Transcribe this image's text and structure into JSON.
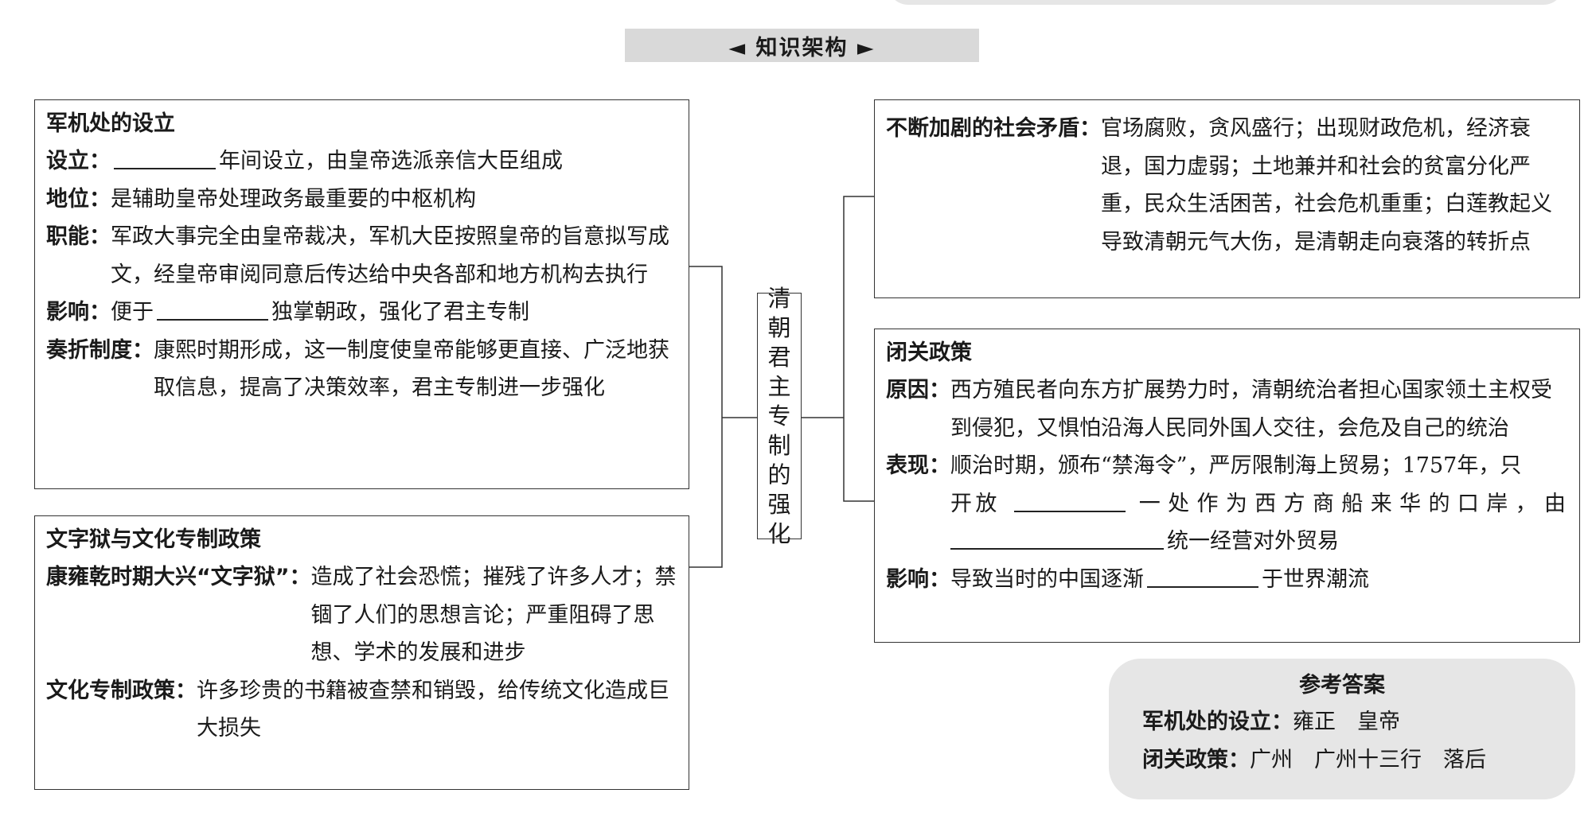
{
  "header": {
    "title": "◄ 知识架构 ►"
  },
  "center": {
    "chars": [
      "清",
      "朝",
      "君",
      "主",
      "专",
      "制",
      "的",
      "强",
      "化"
    ]
  },
  "junji": {
    "title": "军机处的设立",
    "rows": [
      {
        "label": "设立：",
        "pre": "",
        "post": "年间设立，由皇帝选派亲信大臣组成"
      },
      {
        "label": "地位：",
        "text": "是辅助皇帝处理政务最重要的中枢机构"
      },
      {
        "label": "职能：",
        "text": "军政大事完全由皇帝裁决，军机大臣按照皇帝的旨意拟写成文，经皇帝审阅同意后传达给中央各部和地方机构去执行"
      },
      {
        "label": "影响：",
        "pre": "便于",
        "post": "独掌朝政，强化了君主专制"
      },
      {
        "label": "奏折制度：",
        "text": "康熙时期形成，这一制度使皇帝能够更直接、广泛地获取信息，提高了决策效率，君主专制进一步强化"
      }
    ]
  },
  "wenzi": {
    "title": "文字狱与文化专制政策",
    "rows": [
      {
        "label": "康雍乾时期大兴“文字狱”：",
        "text": "造成了社会恐慌；摧残了许多人才；禁锢了人们的思想言论；严重阻碍了思想、学术的发展和进步"
      },
      {
        "label": "文化专制政策：",
        "text": "许多珍贵的书籍被查禁和销毁，给传统文化造成巨大损失"
      }
    ]
  },
  "maodun": {
    "label": "不断加剧的社会矛盾：",
    "text": "官场腐败，贪风盛行；出现财政危机，经济衰退，国力虚弱；土地兼并和社会的贫富分化严重，民众生活困苦，社会危机重重；白莲教起义导致清朝元气大伤，是清朝走向衰落的转折点"
  },
  "biguan": {
    "title": "闭关政策",
    "rows": [
      {
        "label": "原因：",
        "text": "西方殖民者向东方扩展势力时，清朝统治者担心国家领土主权受到侵犯，又惧怕沿海人民同外国人交往，会危及自己的统治"
      },
      {
        "label": "表现：",
        "line1": "顺治时期，颁布“禁海令”，严厉限制海上贸易；1757年，只",
        "line2a": "开放",
        "line2b": "一处作为西方商船来华的口岸，由",
        "line3": "统一经营对外贸易"
      },
      {
        "label": "影响：",
        "pre": "导致当时的中国逐渐",
        "post": "于世界潮流"
      }
    ]
  },
  "answer": {
    "title": "参考答案",
    "row1_label": "军机处的设立：",
    "row1_text": "雍正　皇帝",
    "row2_label": "闭关政策：",
    "row2_text": "广州　广州十三行　落后"
  }
}
